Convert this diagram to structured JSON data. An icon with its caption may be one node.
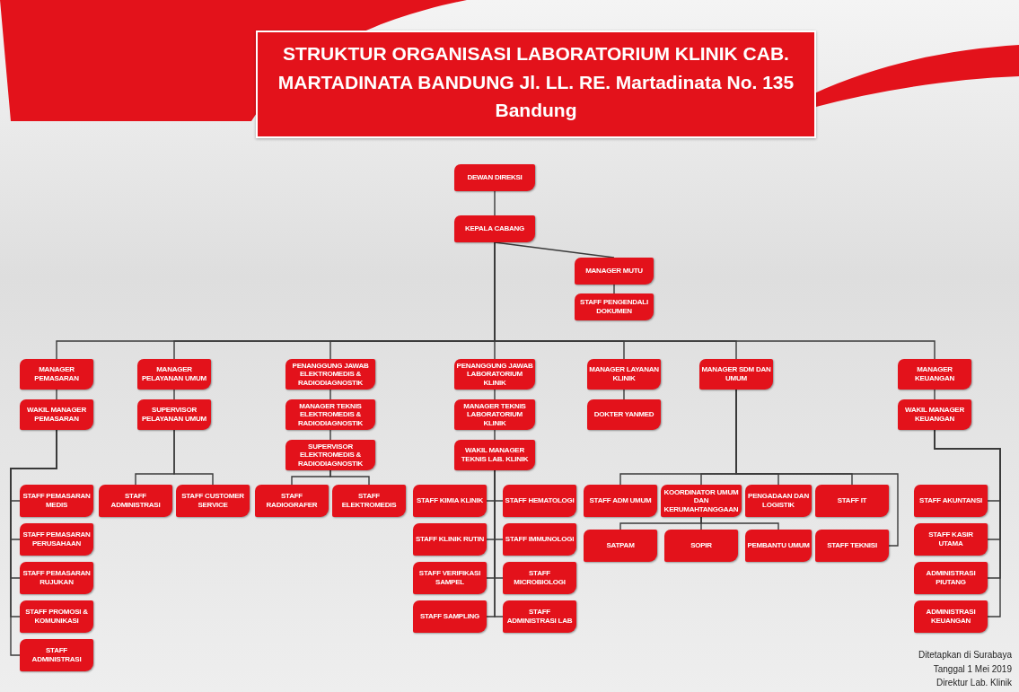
{
  "diagram": {
    "title": "STRUKTUR ORGANISASI LABORATORIUM KLINIK CAB. MARTADINATA BANDUNG Jl. LL. RE. Martadinata No. 135 Bandung",
    "nodes": [
      {
        "text": [
          "DEWAN DIREKSI"
        ]
      },
      {
        "text": [
          "KEPALA CABANG"
        ]
      },
      {
        "text": [
          "MANAGER MUTU"
        ]
      },
      {
        "text": [
          "STAFF PENGENDALI DOKUMEN"
        ]
      },
      {
        "text": [
          "MANAGER PEMASARAN"
        ]
      },
      {
        "text": [
          "WAKIL MANAGER PEMASARAN"
        ]
      },
      {
        "text": [
          "MANAGER PELAYANAN UMUM"
        ]
      },
      {
        "text": [
          "SUPERVISOR PELAYANAN UMUM"
        ]
      },
      {
        "text": [
          "PENANGGUNG JAWAB ELEKTROMEDIS & RADIODIAGNOSTIK"
        ]
      },
      {
        "text": [
          "MANAGER TEKNIS ELEKTROMEDIS & RADIODIAGNOSTIK"
        ]
      },
      {
        "text": [
          "SUPERVISOR ELEKTROMEDIS & RADIODIAGNOSTIK"
        ]
      },
      {
        "text": [
          "PENANGGUNG JAWAB LABORATORIUM KLINIK"
        ]
      },
      {
        "text": [
          "MANAGER TEKNIS LABORATORIUM KLINIK"
        ]
      },
      {
        "text": [
          "WAKIL MANAGER TEKNIS LAB. KLINIK"
        ]
      },
      {
        "text": [
          "MANAGER LAYANAN KLINIK"
        ]
      },
      {
        "text": [
          "DOKTER YANMED"
        ]
      },
      {
        "text": [
          "MANAGER SDM DAN UMUM"
        ]
      },
      {
        "text": [
          "MANAGER KEUANGAN"
        ]
      },
      {
        "text": [
          "WAKIL MANAGER KEUANGAN"
        ]
      },
      {
        "text": [
          "STAFF PEMASARAN MEDIS"
        ]
      },
      {
        "text": [
          "STAFF PEMASARAN PERUSAHAAN"
        ]
      },
      {
        "text": [
          "STAFF PEMASARAN RUJUKAN"
        ]
      },
      {
        "text": [
          "STAFF PROMOSI & KOMUNIKASI"
        ]
      },
      {
        "text": [
          "STAFF ADMINISTRASI"
        ]
      },
      {
        "text": [
          "STAFF ADMINISTRASI"
        ]
      },
      {
        "text": [
          "STAFF CUSTOMER SERVICE"
        ]
      },
      {
        "text": [
          "STAFF RADIOGRAFER"
        ]
      },
      {
        "text": [
          "STAFF ELEKTROMEDIS"
        ]
      },
      {
        "text": [
          "STAFF KIMIA KLINIK"
        ]
      },
      {
        "text": [
          "STAFF HEMATOLOGI"
        ]
      },
      {
        "text": [
          "STAFF KLINIK RUTIN"
        ]
      },
      {
        "text": [
          "STAFF IMMUNOLOGI"
        ]
      },
      {
        "text": [
          "STAFF VERIFIKASI SAMPEL"
        ]
      },
      {
        "text": [
          "STAFF MICROBIOLOGI"
        ]
      },
      {
        "text": [
          "STAFF SAMPLING"
        ]
      },
      {
        "text": [
          "STAFF ADMINISTRASI LAB"
        ]
      },
      {
        "text": [
          "STAFF ADM UMUM"
        ]
      },
      {
        "text": [
          "KOORDINATOR UMUM DAN KERUMAHTANGGAAN"
        ]
      },
      {
        "text": [
          "PENGADAAN DAN LOGISTIK"
        ]
      },
      {
        "text": [
          "STAFF IT"
        ]
      },
      {
        "text": [
          "STAFF TEKNISI"
        ]
      },
      {
        "text": [
          "SATPAM"
        ]
      },
      {
        "text": [
          "SOPIR"
        ]
      },
      {
        "text": [
          "PEMBANTU UMUM"
        ]
      },
      {
        "text": [
          "STAFF AKUNTANSI"
        ]
      },
      {
        "text": [
          "STAFF KASIR UTAMA"
        ]
      },
      {
        "text": [
          "ADMINISTRASI PIUTANG"
        ]
      },
      {
        "text": [
          "ADMINISTRASI KEUANGAN"
        ]
      }
    ],
    "edges": [
      {
        "from": 0,
        "to": 1,
        "arrow": "none"
      },
      {
        "from": 1,
        "to": 2,
        "arrow": "none"
      },
      {
        "from": 2,
        "to": 3,
        "arrow": "none"
      },
      {
        "from": 1,
        "to": 4,
        "arrow": "none"
      },
      {
        "from": 1,
        "to": 6,
        "arrow": "none"
      },
      {
        "from": 1,
        "to": 8,
        "arrow": "none"
      },
      {
        "from": 1,
        "to": 11,
        "arrow": "none"
      },
      {
        "from": 1,
        "to": 14,
        "arrow": "none"
      },
      {
        "from": 1,
        "to": 16,
        "arrow": "none"
      },
      {
        "from": 1,
        "to": 17,
        "arrow": "none"
      },
      {
        "from": 4,
        "to": 5,
        "arrow": "none"
      },
      {
        "from": 6,
        "to": 7,
        "arrow": "none"
      },
      {
        "from": 8,
        "to": 9,
        "arrow": "none"
      },
      {
        "from": 9,
        "to": 10,
        "arrow": "none"
      },
      {
        "from": 11,
        "to": 12,
        "arrow": "none"
      },
      {
        "from": 12,
        "to": 13,
        "arrow": "none"
      },
      {
        "from": 14,
        "to": 15,
        "arrow": "none"
      },
      {
        "from": 17,
        "to": 18,
        "arrow": "none"
      },
      {
        "from": 5,
        "to": 19,
        "arrow": "none"
      },
      {
        "from": 5,
        "to": 20,
        "arrow": "none"
      },
      {
        "from": 5,
        "to": 21,
        "arrow": "none"
      },
      {
        "from": 5,
        "to": 22,
        "arrow": "none"
      },
      {
        "from": 5,
        "to": 23,
        "arrow": "none"
      },
      {
        "from": 7,
        "to": 24,
        "arrow": "none"
      },
      {
        "from": 7,
        "to": 25,
        "arrow": "none"
      },
      {
        "from": 10,
        "to": 26,
        "arrow": "none"
      },
      {
        "from": 10,
        "to": 27,
        "arrow": "none"
      },
      {
        "from": 13,
        "to": 28,
        "arrow": "none"
      },
      {
        "from": 13,
        "to": 29,
        "arrow": "none"
      },
      {
        "from": 13,
        "to": 30,
        "arrow": "none"
      },
      {
        "from": 13,
        "to": 31,
        "arrow": "none"
      },
      {
        "from": 13,
        "to": 32,
        "arrow": "none"
      },
      {
        "from": 13,
        "to": 33,
        "arrow": "none"
      },
      {
        "from": 13,
        "to": 34,
        "arrow": "none"
      },
      {
        "from": 13,
        "to": 35,
        "arrow": "none"
      },
      {
        "from": 16,
        "to": 36,
        "arrow": "none"
      },
      {
        "from": 16,
        "to": 37,
        "arrow": "none"
      },
      {
        "from": 16,
        "to": 38,
        "arrow": "none"
      },
      {
        "from": 16,
        "to": 39,
        "arrow": "none"
      },
      {
        "from": 16,
        "to": 40,
        "arrow": "none"
      },
      {
        "from": 37,
        "to": 41,
        "arrow": "none"
      },
      {
        "from": 37,
        "to": 42,
        "arrow": "none"
      },
      {
        "from": 37,
        "to": 43,
        "arrow": "none"
      },
      {
        "from": 18,
        "to": 44,
        "arrow": "none"
      },
      {
        "from": 18,
        "to": 45,
        "arrow": "none"
      },
      {
        "from": 18,
        "to": 46,
        "arrow": "none"
      },
      {
        "from": 18,
        "to": 47,
        "arrow": "none"
      }
    ],
    "labels": [
      "Ditetapkan di Surabaya",
      "Tanggal 1 Mei 2019",
      "Direktur Lab. Klinik"
    ]
  }
}
